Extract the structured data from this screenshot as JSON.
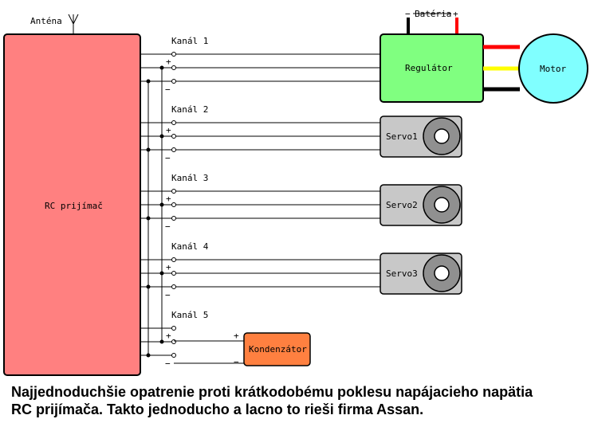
{
  "antenna_label": "Anténa",
  "receiver_label": "RC prijímač",
  "channels": [
    {
      "label": "Kanál 1",
      "plus": "+",
      "minus": "−"
    },
    {
      "label": "Kanál 2",
      "plus": "+",
      "minus": "−"
    },
    {
      "label": "Kanál 3",
      "plus": "+",
      "minus": "−"
    },
    {
      "label": "Kanál 4",
      "plus": "+",
      "minus": "−"
    },
    {
      "label": "Kanál 5",
      "plus": "+",
      "minus": "−"
    }
  ],
  "regulator_label": "Regulátor",
  "motor_label": "Motor",
  "battery": {
    "label": "Batéria",
    "minus": "−",
    "plus": "+"
  },
  "servos": [
    {
      "label": "Servo1"
    },
    {
      "label": "Servo2"
    },
    {
      "label": "Servo3"
    }
  ],
  "capacitor": {
    "label": "Kondenzátor",
    "plus": "+",
    "minus": "−"
  },
  "caption_lines": [
    "Najjednoduchšie opatrenie proti krátkodobému poklesu napájacieho napätia",
    "RC prijímača. Takto jednoducho a lacno to rieši firma Assan."
  ],
  "colors": {
    "receiver": "#ff8080",
    "regulator": "#80ff80",
    "motor": "#80ffff",
    "servo_body": "#c8c8c8",
    "servo_disc": "#909090",
    "capacitor": "#ff8040",
    "battery_red_wire": "#ff0000",
    "motor_yellow_wire": "#ffff00"
  }
}
